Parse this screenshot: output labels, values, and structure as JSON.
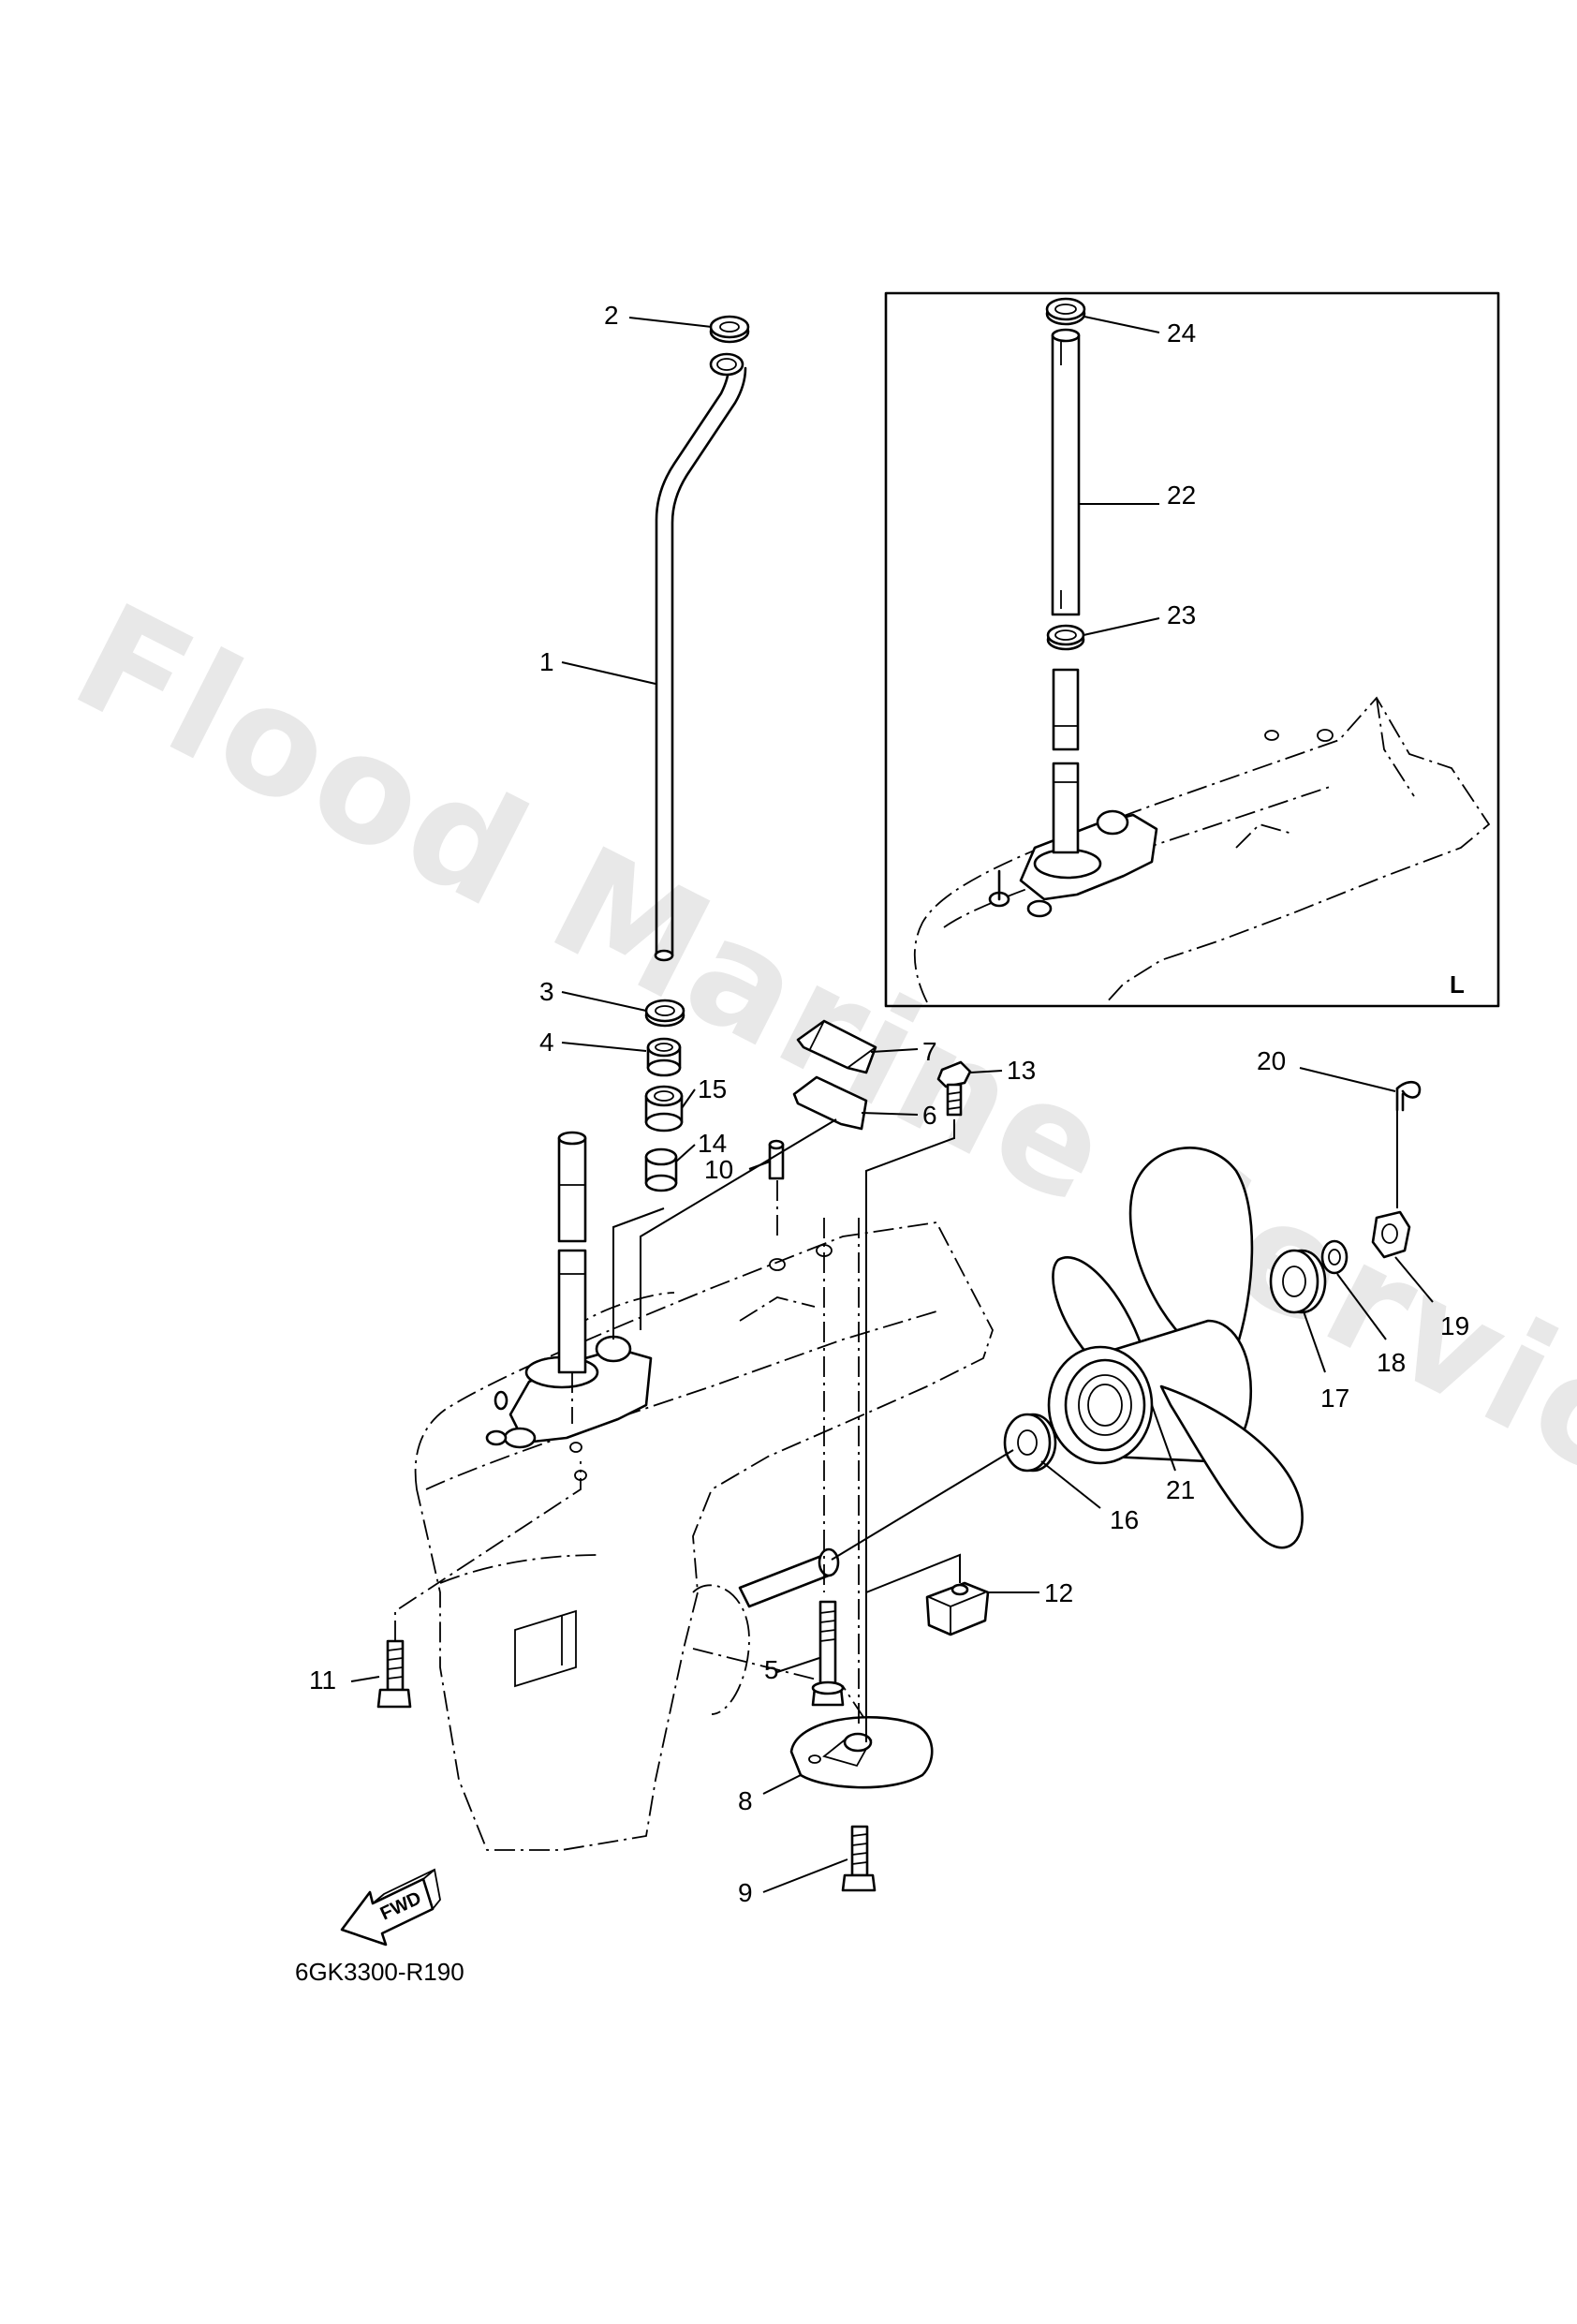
{
  "watermark": "Flood Marine Services",
  "diagram_code": "6GK3300-R190",
  "inset_label": "L",
  "fwd_label": "FWD",
  "callouts": {
    "p1": "1",
    "p2": "2",
    "p3": "3",
    "p4": "4",
    "p5": "5",
    "p6": "6",
    "p7": "7",
    "p8": "8",
    "p9": "9",
    "p10": "10",
    "p11": "11",
    "p12": "12",
    "p13": "13",
    "p14": "14",
    "p15": "15",
    "p16": "16",
    "p17": "17",
    "p18": "18",
    "p19": "19",
    "p20": "20",
    "p21": "21",
    "p22": "22",
    "p23": "23",
    "p24": "24"
  }
}
